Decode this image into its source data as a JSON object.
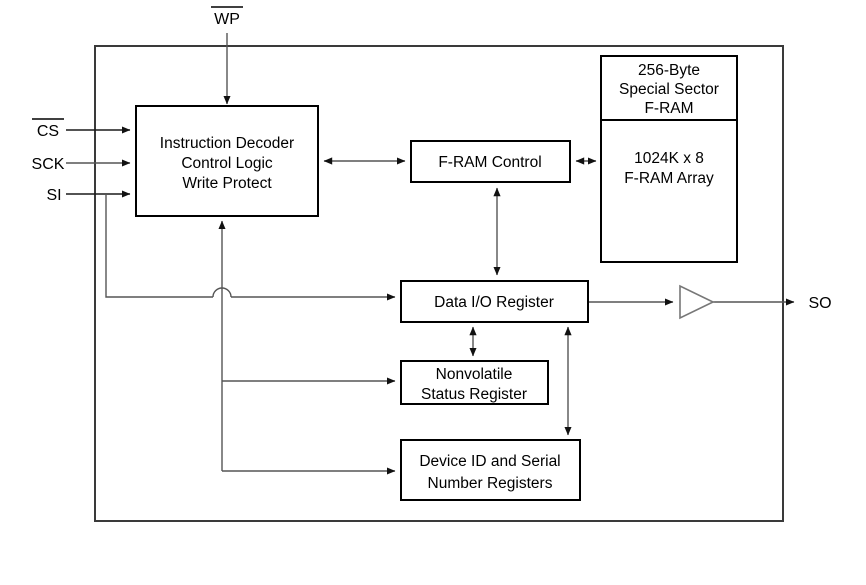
{
  "figure": {
    "type": "block-diagram",
    "subject": "SPI F-RAM memory device block diagram",
    "background_color": "#ffffff",
    "line_color": "#555555",
    "box_border_color": "#000000"
  },
  "pins": {
    "wp": {
      "label": "WP",
      "overbar": true,
      "side": "top"
    },
    "cs": {
      "label": "CS",
      "overbar": true,
      "side": "left"
    },
    "sck": {
      "label": "SCK",
      "overbar": false,
      "side": "left"
    },
    "si": {
      "label": "SI",
      "overbar": false,
      "side": "left"
    },
    "so": {
      "label": "SO",
      "overbar": false,
      "side": "right"
    }
  },
  "blocks": {
    "instruction_decoder": {
      "lines": [
        "Instruction Decoder",
        "Control Logic",
        "Write Protect"
      ]
    },
    "fram_control": {
      "lines": [
        "F-RAM Control"
      ]
    },
    "special_sector": {
      "lines": [
        "256-Byte",
        "Special Sector",
        "F-RAM"
      ]
    },
    "fram_array": {
      "lines": [
        "1024K x 8",
        "F-RAM Array"
      ]
    },
    "data_io_register": {
      "lines": [
        "Data I/O Register"
      ]
    },
    "status_register": {
      "lines": [
        "Nonvolatile",
        "Status Register"
      ]
    },
    "device_id_registers": {
      "lines": [
        "Device ID and Serial",
        "Number Registers"
      ]
    },
    "output_buffer": {
      "icon": "triangle-buffer-icon"
    }
  }
}
